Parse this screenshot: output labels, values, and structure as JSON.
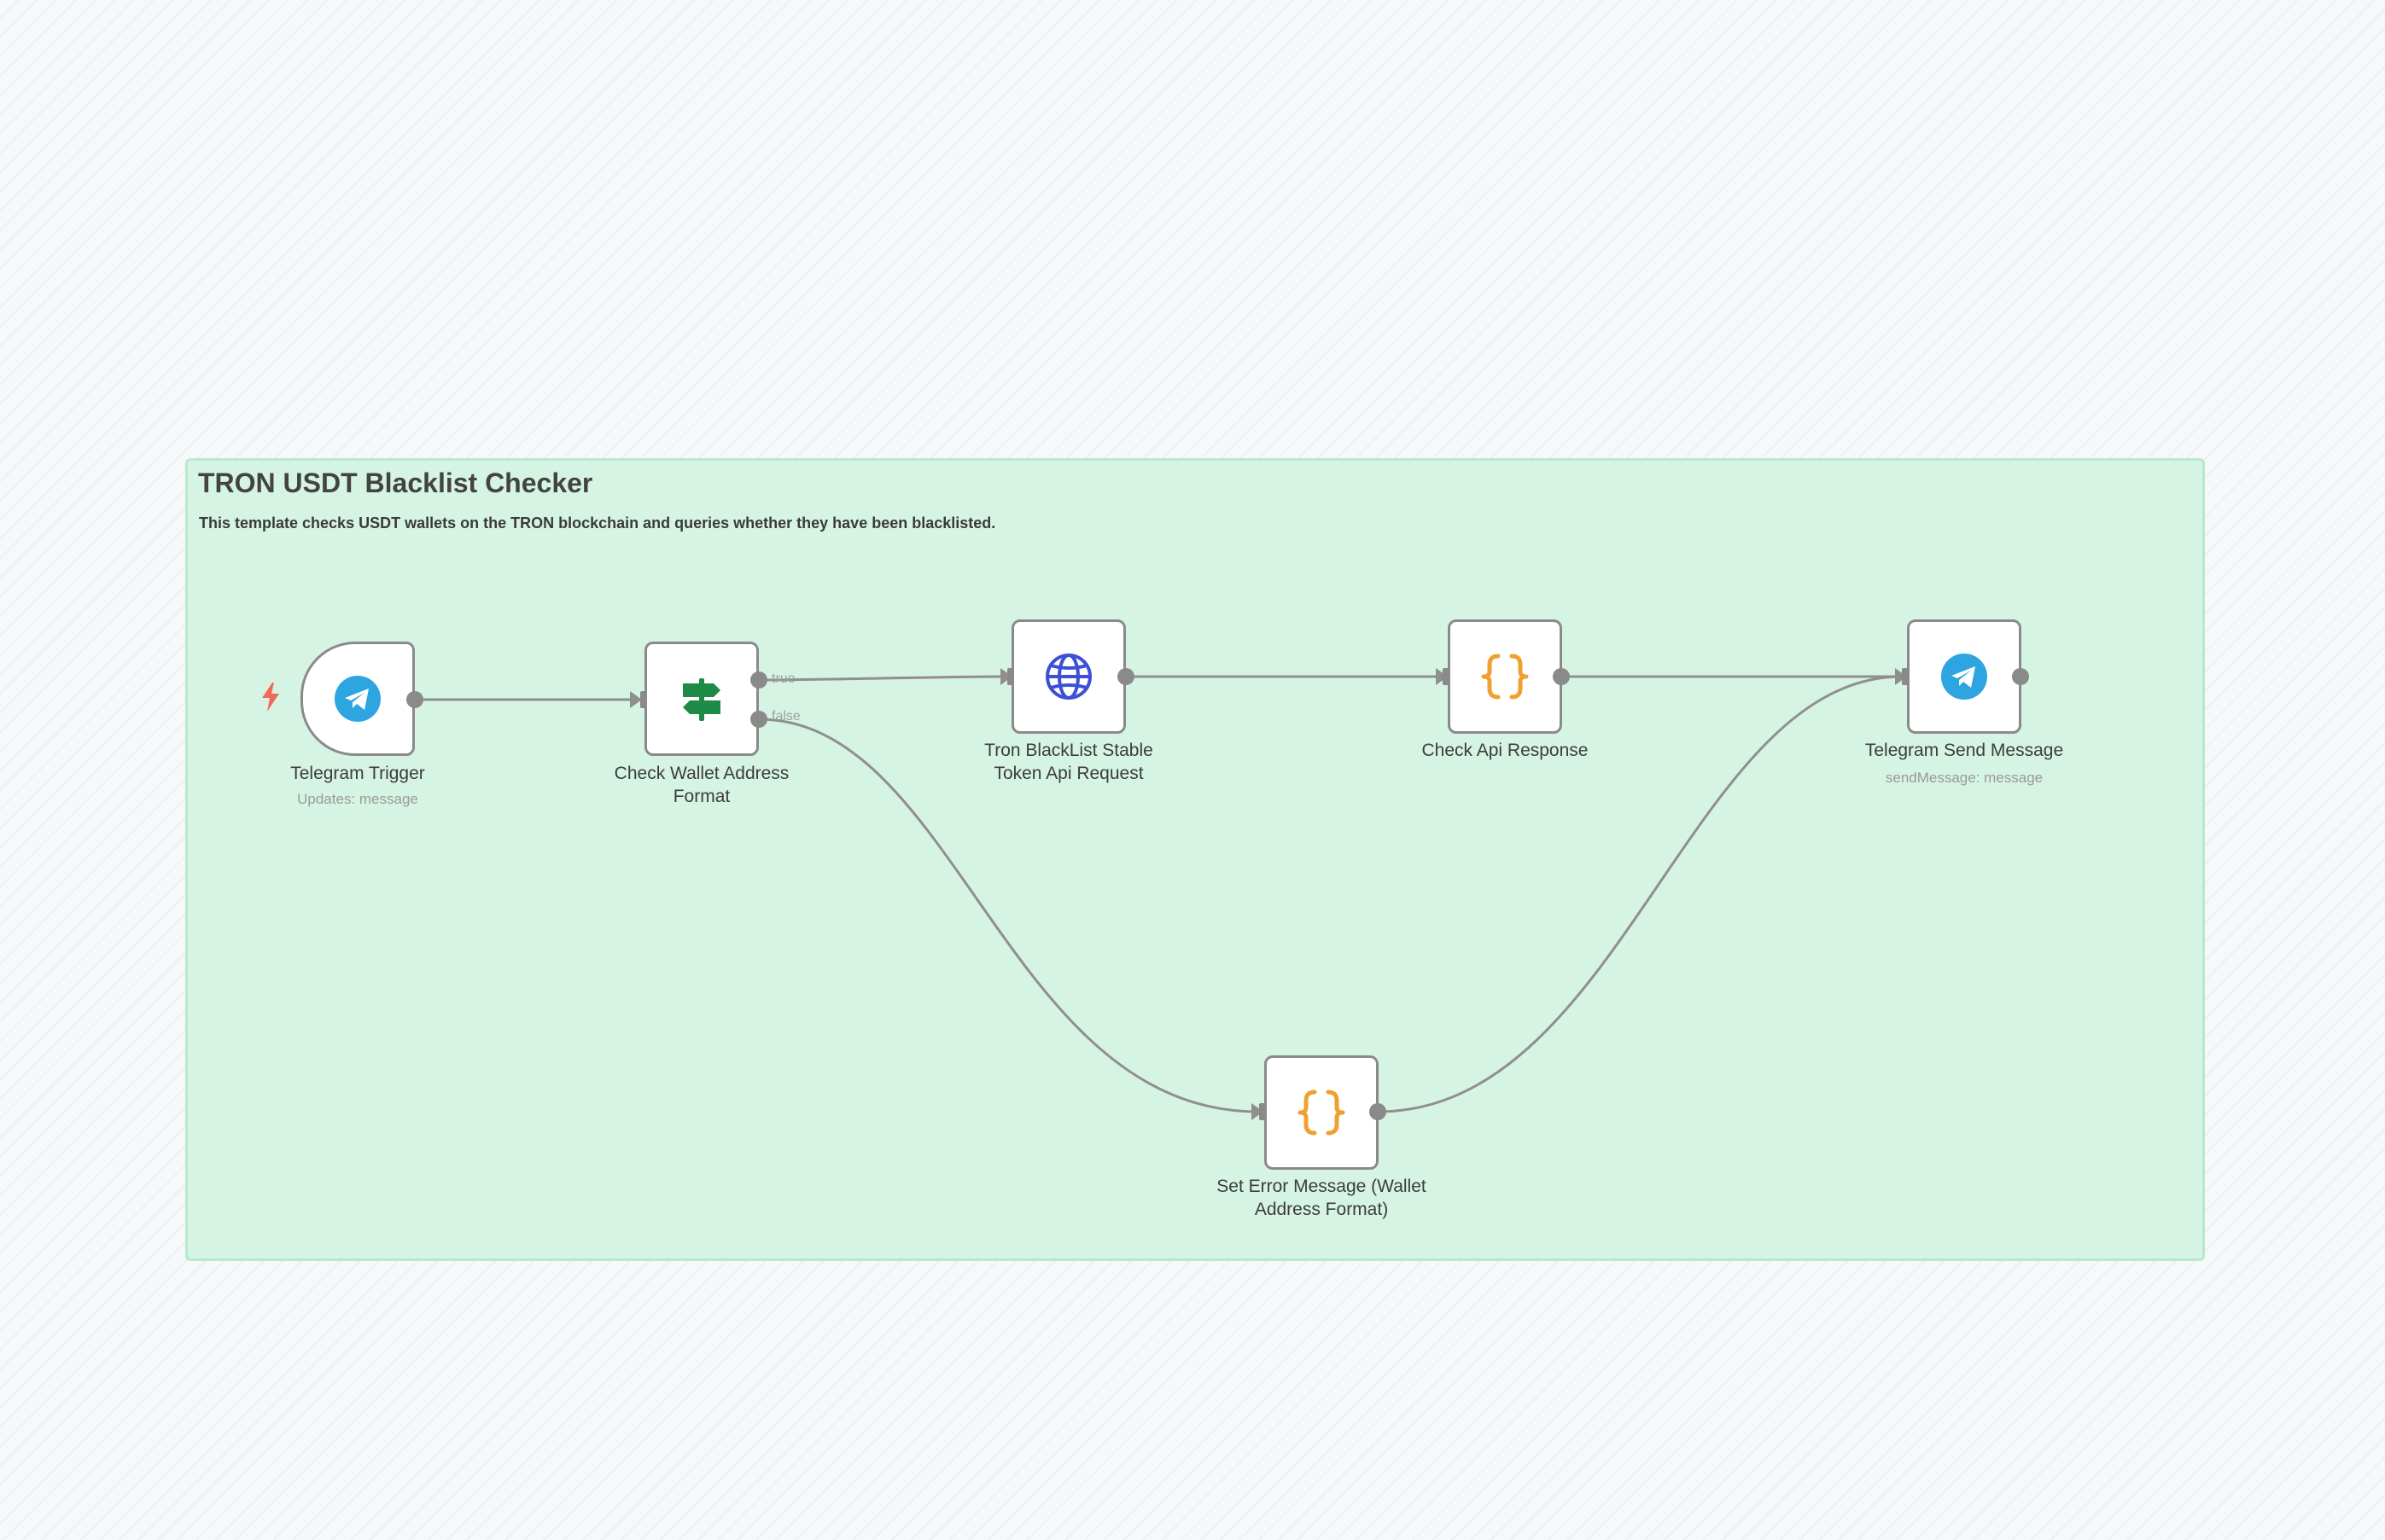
{
  "sticky": {
    "title": "TRON USDT Blacklist Checker",
    "description": "This template checks USDT wallets on the TRON blockchain and queries whether they have been blacklisted."
  },
  "nodes": {
    "telegram_trigger": {
      "label": "Telegram Trigger",
      "subtitle": "Updates: message",
      "icon": "telegram-icon"
    },
    "check_wallet": {
      "label": "Check Wallet Address Format",
      "icon": "signpost-icon",
      "true_label": "true",
      "false_label": "false"
    },
    "tron_request": {
      "label": "Tron BlackList Stable Token Api Request",
      "icon": "globe-icon"
    },
    "check_api": {
      "label": "Check Api Response",
      "icon": "braces-icon"
    },
    "telegram_send": {
      "label": "Telegram Send Message",
      "subtitle": "sendMessage: message",
      "icon": "telegram-icon"
    },
    "set_error": {
      "label": "Set Error Message (Wallet Address Format)",
      "icon": "braces-icon"
    }
  },
  "colors": {
    "sticky_bg": "#d6f4e3",
    "telegram": "#2ca5e0",
    "signpost": "#1e8a47",
    "globe": "#3d4fd6",
    "braces": "#f0a030",
    "trigger_bolt": "#f06a5a",
    "edge": "#8f8f8f"
  }
}
